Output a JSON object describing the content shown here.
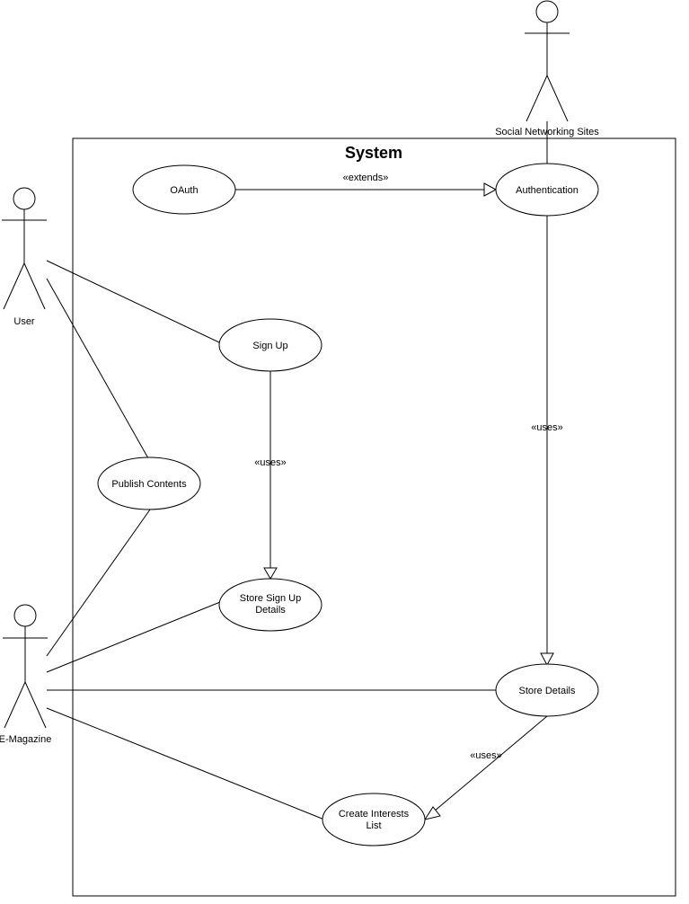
{
  "system": {
    "title": "System"
  },
  "actors": {
    "social": "Social Networking Sites",
    "user": "User",
    "emag": "E-Magazine"
  },
  "usecases": {
    "oauth": "OAuth",
    "authentication": "Authentication",
    "signup": "Sign Up",
    "publish": "Publish Contents",
    "store_signup": [
      "Store Sign Up",
      "Details"
    ],
    "store_details": "Store Details",
    "interests": [
      "Create Interests",
      "List"
    ]
  },
  "relations": {
    "extends": "«extends»",
    "uses_signup": "«uses»",
    "uses_auth": "«uses»",
    "uses_store": "«uses»"
  }
}
